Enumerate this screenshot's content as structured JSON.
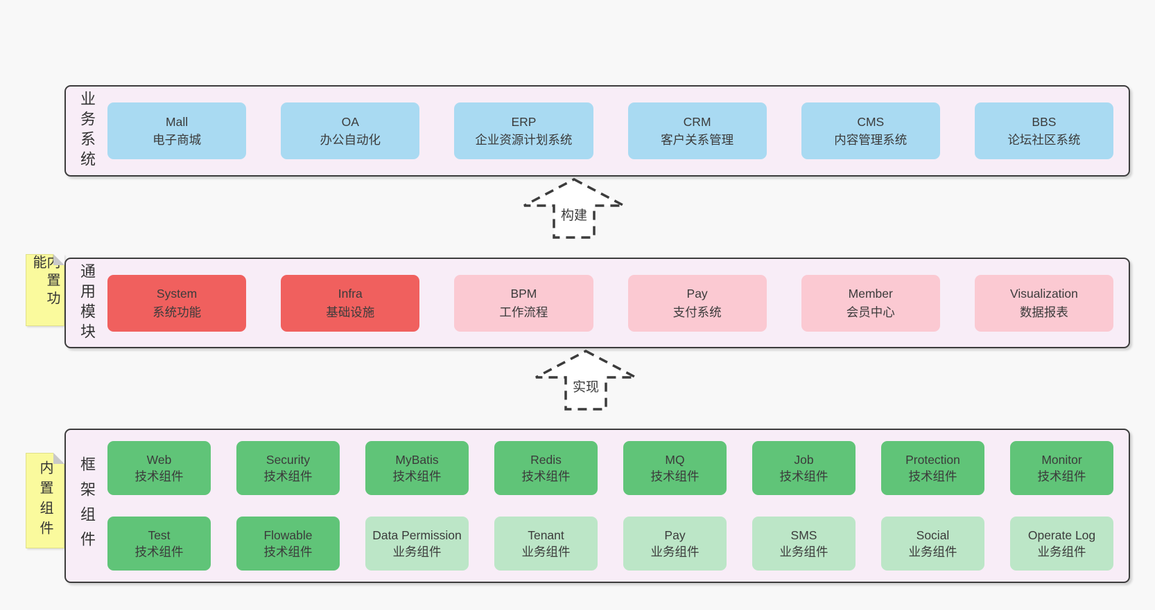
{
  "colors": {
    "page_bg": "#f8f8f8",
    "container_bg": "#f8edf7",
    "container_border": "#3c3c3c",
    "box_blue": "#a9daf2",
    "box_red": "#f0605e",
    "box_pink": "#fbc9d2",
    "box_green": "#60c478",
    "box_green_light": "#bce6c7",
    "note_yellow": "#fafa9d",
    "text": "#3b3b3b"
  },
  "arrows": [
    {
      "label": "构建"
    },
    {
      "label": "实现"
    }
  ],
  "layers": [
    {
      "label": "业务系统",
      "boxes": [
        {
          "en": "Mall",
          "zh": "电子商城"
        },
        {
          "en": "OA",
          "zh": "办公自动化"
        },
        {
          "en": "ERP",
          "zh": "企业资源计划系统"
        },
        {
          "en": "CRM",
          "zh": "客户关系管理"
        },
        {
          "en": "CMS",
          "zh": "内容管理系统"
        },
        {
          "en": "BBS",
          "zh": "论坛社区系统"
        }
      ]
    },
    {
      "label": "通用模块",
      "note": "内置功能",
      "boxes": [
        {
          "en": "System",
          "zh": "系统功能"
        },
        {
          "en": "Infra",
          "zh": "基础设施"
        },
        {
          "en": "BPM",
          "zh": "工作流程"
        },
        {
          "en": "Pay",
          "zh": "支付系统"
        },
        {
          "en": "Member",
          "zh": "会员中心"
        },
        {
          "en": "Visualization",
          "zh": "数据报表"
        }
      ]
    },
    {
      "label": "框架组件",
      "note": "内置组件",
      "rows": [
        {
          "boxes": [
            {
              "en": "Web",
              "zh": "技术组件"
            },
            {
              "en": "Security",
              "zh": "技术组件"
            },
            {
              "en": "MyBatis",
              "zh": "技术组件"
            },
            {
              "en": "Redis",
              "zh": "技术组件"
            },
            {
              "en": "MQ",
              "zh": "技术组件"
            },
            {
              "en": "Job",
              "zh": "技术组件"
            },
            {
              "en": "Protection",
              "zh": "技术组件"
            },
            {
              "en": "Monitor",
              "zh": "技术组件"
            }
          ]
        },
        {
          "boxes": [
            {
              "en": "Test",
              "zh": "技术组件"
            },
            {
              "en": "Flowable",
              "zh": "技术组件"
            },
            {
              "en": "Data Permission",
              "zh": "业务组件"
            },
            {
              "en": "Tenant",
              "zh": "业务组件"
            },
            {
              "en": "Pay",
              "zh": "业务组件"
            },
            {
              "en": "SMS",
              "zh": "业务组件"
            },
            {
              "en": "Social",
              "zh": "业务组件"
            },
            {
              "en": "Operate Log",
              "zh": "业务组件"
            }
          ]
        }
      ]
    }
  ]
}
